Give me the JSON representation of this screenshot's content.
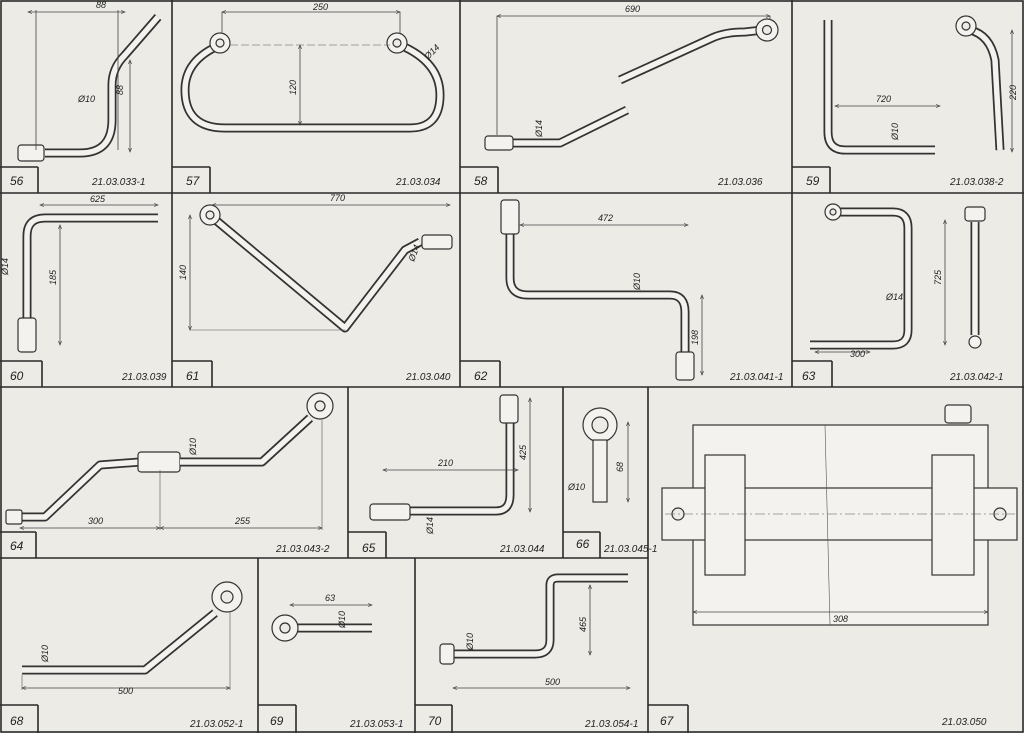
{
  "figures": [
    {
      "number": "56",
      "code": "21.03.033-1",
      "dims": [
        "88",
        "88",
        "Ø10"
      ]
    },
    {
      "number": "57",
      "code": "21.03.034",
      "dims": [
        "250",
        "120",
        "Ø14"
      ]
    },
    {
      "number": "58",
      "code": "21.03.036",
      "dims": [
        "690",
        "Ø14"
      ]
    },
    {
      "number": "59",
      "code": "21.03.038-2",
      "dims": [
        "720",
        "Ø10",
        "220"
      ]
    },
    {
      "number": "60",
      "code": "21.03.039",
      "dims": [
        "625",
        "185",
        "Ø14"
      ]
    },
    {
      "number": "61",
      "code": "21.03.040",
      "dims": [
        "770",
        "140",
        "Ø14"
      ]
    },
    {
      "number": "62",
      "code": "21.03.041-1",
      "dims": [
        "472",
        "Ø10",
        "198"
      ]
    },
    {
      "number": "63",
      "code": "21.03.042-1",
      "dims": [
        "Ø14",
        "300",
        "725"
      ]
    },
    {
      "number": "64",
      "code": "21.03.043-2",
      "dims": [
        "Ø10",
        "300",
        "255"
      ]
    },
    {
      "number": "65",
      "code": "21.03.044",
      "dims": [
        "210",
        "425",
        "Ø14"
      ]
    },
    {
      "number": "66",
      "code": "21.03.045-1",
      "dims": [
        "Ø10",
        "68"
      ]
    },
    {
      "number": "67",
      "code": "21.03.050",
      "dims": [
        "308"
      ]
    },
    {
      "number": "68",
      "code": "21.03.052-1",
      "dims": [
        "Ø10",
        "500"
      ]
    },
    {
      "number": "69",
      "code": "21.03.053-1",
      "dims": [
        "63",
        "Ø10"
      ]
    },
    {
      "number": "70",
      "code": "21.03.054-1",
      "dims": [
        "Ø10",
        "465",
        "500"
      ]
    }
  ]
}
